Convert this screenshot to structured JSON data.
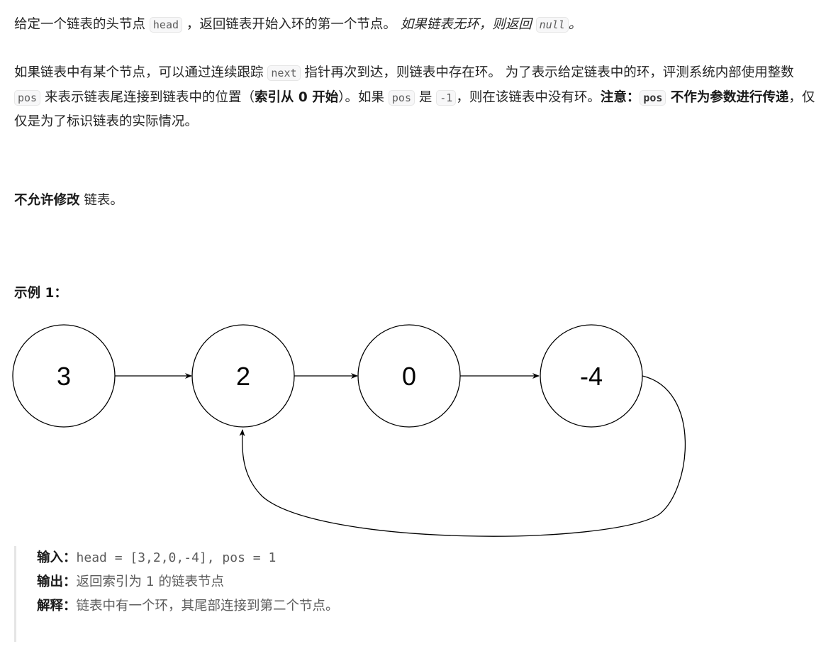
{
  "intro": {
    "t1": "给定一个链表的头节点 ",
    "c1": "head",
    "t2": " ，返回链表开始入环的第一个节点。 ",
    "i1": "如果链表无环，则返回 ",
    "c2": "null",
    "i2": "。"
  },
  "para2": {
    "t1": "如果链表中有某个节点，可以通过连续跟踪 ",
    "c1": "next",
    "t2": " 指针再次到达，则链表中存在环。 为了表示给定链表中的环，评测系统内部使用整数 ",
    "c2": "pos",
    "t3": " 来表示链表尾连接到链表中的位置（",
    "b1": "索引从 0 开始",
    "t4": "）。如果 ",
    "c3": "pos",
    "t5": " 是 ",
    "c4": "-1",
    "t6": "，则在该链表中没有环。",
    "b2": "注意：",
    "c5": "pos",
    "b3": " 不作为参数进行传递",
    "t7": "，仅仅是为了标识链表的实际情况。"
  },
  "para3": {
    "b1": "不允许修改",
    "t1": " 链表。"
  },
  "example": {
    "title": "示例 1：",
    "nodes": [
      "3",
      "2",
      "0",
      "-4"
    ],
    "cycle_to_index": 1,
    "input_label": "输入：",
    "input_value": "head = [3,2,0,-4], pos = 1",
    "output_label": "输出：",
    "output_value": "返回索引为 1 的链表节点",
    "explain_label": "解释：",
    "explain_value": "链表中有一个环，其尾部连接到第二个节点。"
  }
}
